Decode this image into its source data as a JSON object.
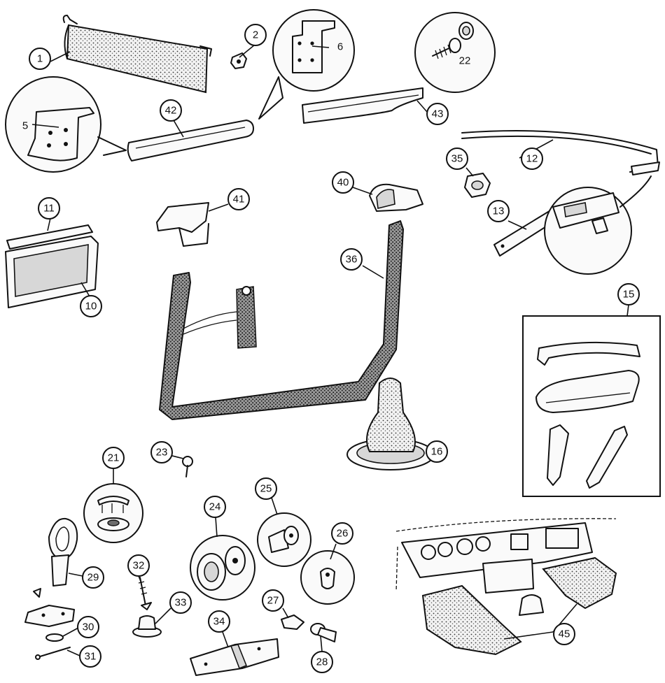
{
  "callouts": [
    {
      "id": "c1",
      "label": "1"
    },
    {
      "id": "c2",
      "label": "2"
    },
    {
      "id": "c5",
      "label": "5"
    },
    {
      "id": "c6",
      "label": "6"
    },
    {
      "id": "c10",
      "label": "10"
    },
    {
      "id": "c11",
      "label": "11"
    },
    {
      "id": "c12",
      "label": "12"
    },
    {
      "id": "c13",
      "label": "13"
    },
    {
      "id": "c15",
      "label": "15"
    },
    {
      "id": "c16",
      "label": "16"
    },
    {
      "id": "c21",
      "label": "21"
    },
    {
      "id": "c22",
      "label": "22"
    },
    {
      "id": "c23",
      "label": "23"
    },
    {
      "id": "c24",
      "label": "24"
    },
    {
      "id": "c25",
      "label": "25"
    },
    {
      "id": "c26",
      "label": "26"
    },
    {
      "id": "c27",
      "label": "27"
    },
    {
      "id": "c28",
      "label": "28"
    },
    {
      "id": "c29",
      "label": "29"
    },
    {
      "id": "c30",
      "label": "30"
    },
    {
      "id": "c31",
      "label": "31"
    },
    {
      "id": "c32",
      "label": "32"
    },
    {
      "id": "c33",
      "label": "33"
    },
    {
      "id": "c34",
      "label": "34"
    },
    {
      "id": "c35",
      "label": "35"
    },
    {
      "id": "c36",
      "label": "36"
    },
    {
      "id": "c40",
      "label": "40"
    },
    {
      "id": "c41",
      "label": "41"
    },
    {
      "id": "c42",
      "label": "42"
    },
    {
      "id": "c43",
      "label": "43"
    },
    {
      "id": "c45",
      "label": "45"
    }
  ]
}
